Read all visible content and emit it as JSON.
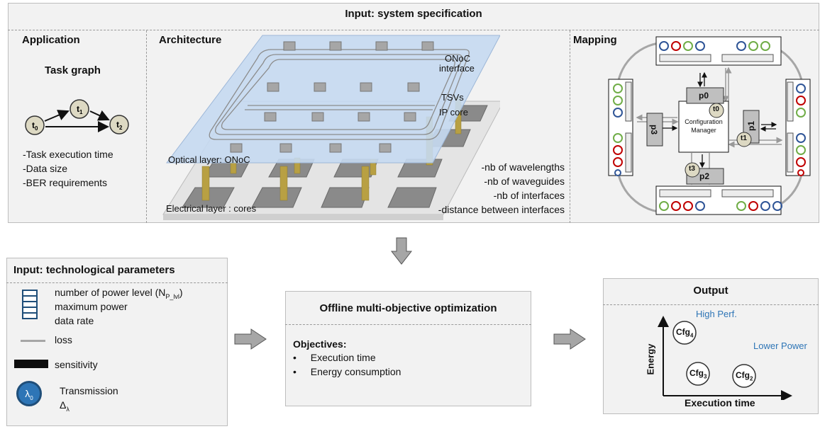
{
  "spec": {
    "title": "Input: system specification",
    "application": {
      "heading": "Application",
      "subheading": "Task graph",
      "task_nodes": [
        "t0",
        "t1",
        "t2"
      ],
      "items": [
        "-Task execution time",
        "-Data size",
        "-BER requirements"
      ]
    },
    "architecture": {
      "heading": "Architecture",
      "labels": {
        "onoc_interface_1": "ONoC",
        "onoc_interface_2": "interface",
        "tsvs": "TSVs",
        "ip_core": "IP core",
        "optical_layer": "Optical layer: ONoC",
        "electrical_layer": "Electrical layer : cores"
      },
      "params": [
        "-nb of wavelengths",
        "-nb of waveguides",
        "-nb of interfaces",
        "-distance between interfaces"
      ]
    },
    "mapping": {
      "heading": "Mapping",
      "manager_line1": "Configuration",
      "manager_line2": "Manager",
      "processors": [
        "p0",
        "p1",
        "p2",
        "p3"
      ],
      "tasks": [
        "t0",
        "t1",
        "t3"
      ]
    }
  },
  "tech": {
    "title": "Input: technological parameters",
    "items": {
      "power_level": "number of power level (N",
      "power_level_sub": "P_lvl",
      "power_level_close": ")",
      "max_power": "maximum power",
      "data_rate": "data rate",
      "loss": "loss",
      "sensitivity": "sensitivity",
      "transmission": "Transmission",
      "lambda_symbol": "λ",
      "lambda_sub": "0",
      "delta": "Δ",
      "delta_sub": "λ"
    }
  },
  "optimization": {
    "title": "Offline multi-objective optimization",
    "objectives_label": "Objectives:",
    "objectives": [
      "Execution time",
      "Energy consumption"
    ]
  },
  "output": {
    "title": "Output",
    "y_axis": "Energy",
    "x_axis": "Execution time",
    "configs": [
      {
        "label": "Cfg",
        "sub": "4"
      },
      {
        "label": "Cfg",
        "sub": "3"
      },
      {
        "label": "Cfg",
        "sub": "2"
      }
    ],
    "annotations": {
      "high": "High Perf.",
      "low": "Lower Power"
    }
  },
  "colors": {
    "panel_bg": "#f2f2f2",
    "accent_blue": "#2e75b6",
    "task_fill": "#ddd9c3",
    "optical_layer": "#c5d9f1",
    "tsv_gold": "#b8a043"
  }
}
